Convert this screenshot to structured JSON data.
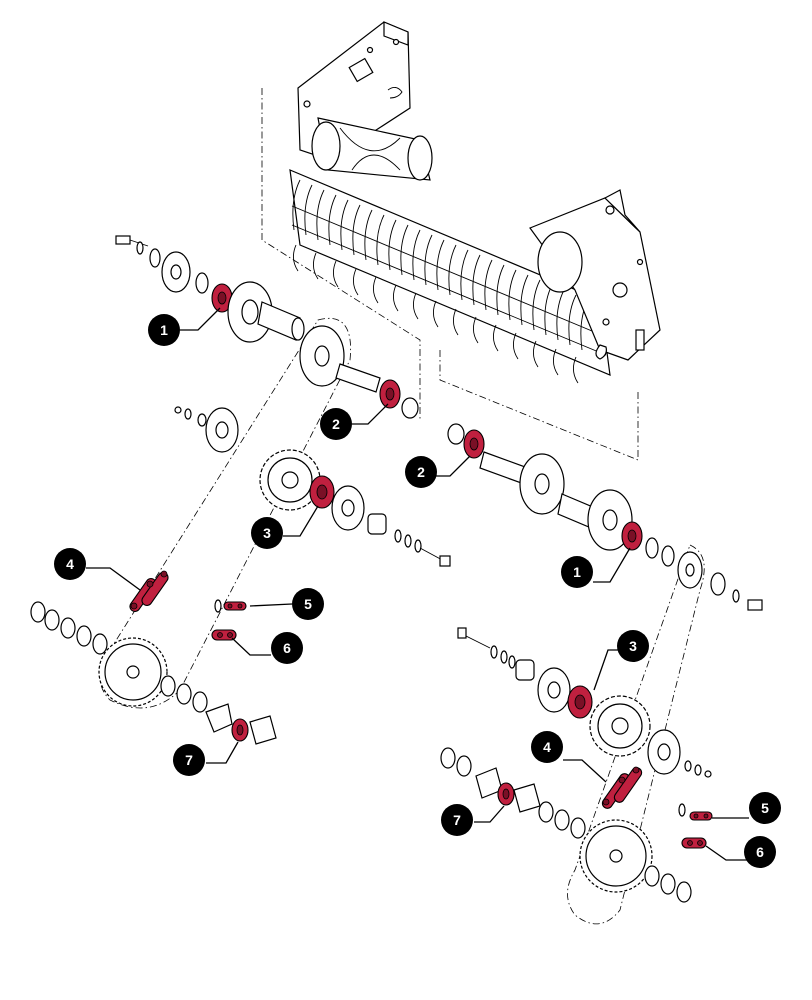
{
  "callouts": [
    {
      "id": "c1a",
      "label": "1"
    },
    {
      "id": "c1b",
      "label": "1"
    },
    {
      "id": "c2a",
      "label": "2"
    },
    {
      "id": "c2b",
      "label": "2"
    },
    {
      "id": "c3a",
      "label": "3"
    },
    {
      "id": "c3b",
      "label": "3"
    },
    {
      "id": "c4a",
      "label": "4"
    },
    {
      "id": "c4b",
      "label": "4"
    },
    {
      "id": "c5a",
      "label": "5"
    },
    {
      "id": "c5b",
      "label": "5"
    },
    {
      "id": "c6a",
      "label": "6"
    },
    {
      "id": "c6b",
      "label": "6"
    },
    {
      "id": "c7a",
      "label": "7"
    },
    {
      "id": "c7b",
      "label": "7"
    }
  ],
  "colors": {
    "highlight_part": "#c0203f",
    "callout_fill": "#000000",
    "callout_text": "#ffffff",
    "line": "#000000",
    "background": "#ffffff"
  }
}
